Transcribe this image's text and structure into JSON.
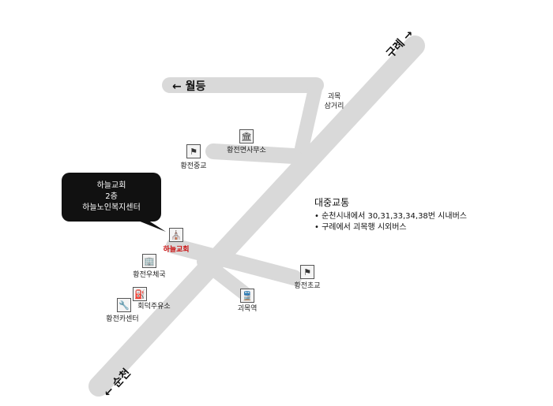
{
  "map": {
    "roads": {
      "to_gurye": "구례 →",
      "to_woldeung": "← 월등",
      "to_suncheon": "← 순천"
    },
    "places": {
      "church": {
        "name": "하늘교회",
        "icon": "church-icon"
      },
      "village_office": {
        "name": "황전면사무소",
        "icon": "office-building-icon"
      },
      "middle_school": {
        "name": "황전중교",
        "icon": "school-flag-icon"
      },
      "post_office": {
        "name": "황전우체국",
        "icon": "post-office-icon"
      },
      "gas_station": {
        "name": "회덕주유소",
        "icon": "fuel-pump-icon"
      },
      "repair_center": {
        "name": "황전카센터",
        "icon": "wrench-icon"
      },
      "elementary_school": {
        "name": "황전초교",
        "icon": "school-flag-icon"
      },
      "station": {
        "name": "괴목역",
        "icon": "train-icon"
      },
      "junction": {
        "line1": "괴목",
        "line2": "삼거리"
      }
    },
    "callout": {
      "line1": "하늘교회",
      "line2": "2층",
      "line3": "하늘노인복지센터"
    },
    "transit": {
      "title": "대중교통",
      "items": [
        "• 순천시내에서 30,31,33,34,38번 시내버스",
        "• 구례에서 괴목행 시외버스"
      ]
    },
    "colors": {
      "road": "#d9d9d9",
      "callout_bg": "#111111",
      "highlight": "#cc1111"
    }
  }
}
